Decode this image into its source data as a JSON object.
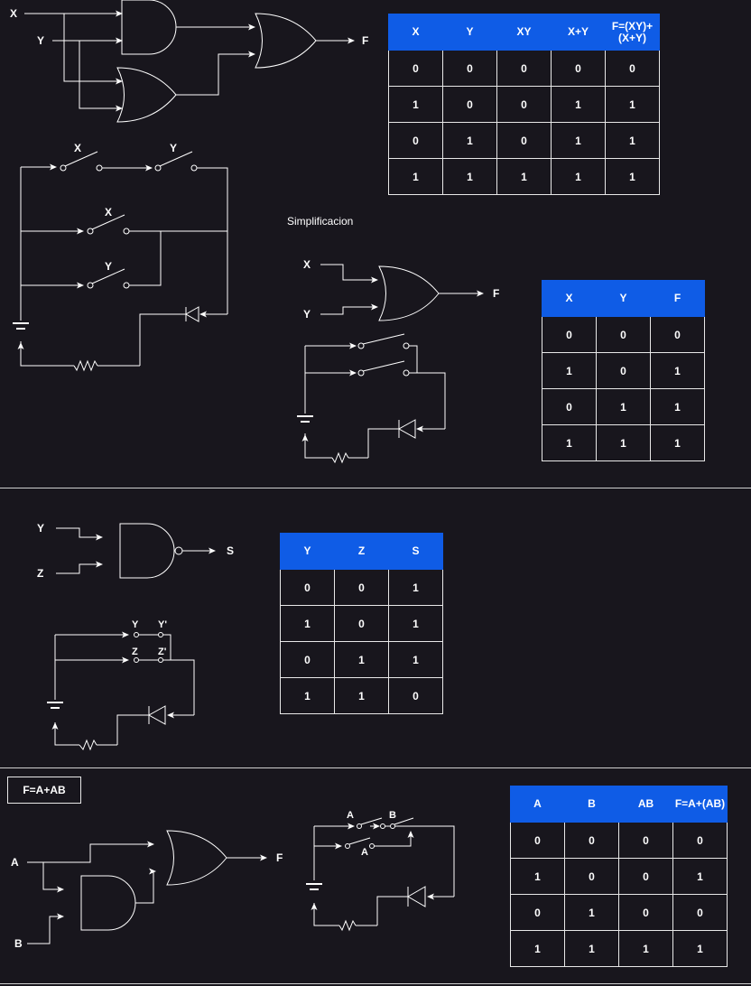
{
  "circuit1": {
    "input_x": "X",
    "input_y": "Y",
    "output": "F",
    "switch_x": "X",
    "switch_y": "Y",
    "switch_x2": "X",
    "switch_y2": "Y"
  },
  "table1": {
    "headers": [
      "X",
      "Y",
      "XY",
      "X+Y",
      "F=(XY)+ (X+Y)"
    ],
    "rows": [
      [
        "0",
        "0",
        "0",
        "0",
        "0"
      ],
      [
        "1",
        "0",
        "0",
        "1",
        "1"
      ],
      [
        "0",
        "1",
        "0",
        "1",
        "1"
      ],
      [
        "1",
        "1",
        "1",
        "1",
        "1"
      ]
    ]
  },
  "simplification": {
    "title": "Simplificacion",
    "input_x": "X",
    "input_y": "Y",
    "output": "F"
  },
  "table2": {
    "headers": [
      "X",
      "Y",
      "F"
    ],
    "rows": [
      [
        "0",
        "0",
        "0"
      ],
      [
        "1",
        "0",
        "1"
      ],
      [
        "0",
        "1",
        "1"
      ],
      [
        "1",
        "1",
        "1"
      ]
    ]
  },
  "circuit3": {
    "input_y": "Y",
    "input_z": "Z",
    "output": "S",
    "switch_y": "Y",
    "switch_y_prime": "Y'",
    "switch_z": "Z",
    "switch_z_prime": "Z'"
  },
  "table3": {
    "headers": [
      "Y",
      "Z",
      "S"
    ],
    "rows": [
      [
        "0",
        "0",
        "1"
      ],
      [
        "1",
        "0",
        "1"
      ],
      [
        "0",
        "1",
        "1"
      ],
      [
        "1",
        "1",
        "0"
      ]
    ]
  },
  "circuit4": {
    "formula": "F=A+AB",
    "input_a": "A",
    "input_b": "B",
    "output": "F",
    "switch_a": "A",
    "switch_b": "B",
    "switch_a2": "A"
  },
  "table4": {
    "headers": [
      "A",
      "B",
      "AB",
      "F=A+(AB)"
    ],
    "rows": [
      [
        "0",
        "0",
        "0",
        "0"
      ],
      [
        "1",
        "0",
        "0",
        "1"
      ],
      [
        "0",
        "1",
        "0",
        "0"
      ],
      [
        "1",
        "1",
        "1",
        "1"
      ]
    ]
  }
}
